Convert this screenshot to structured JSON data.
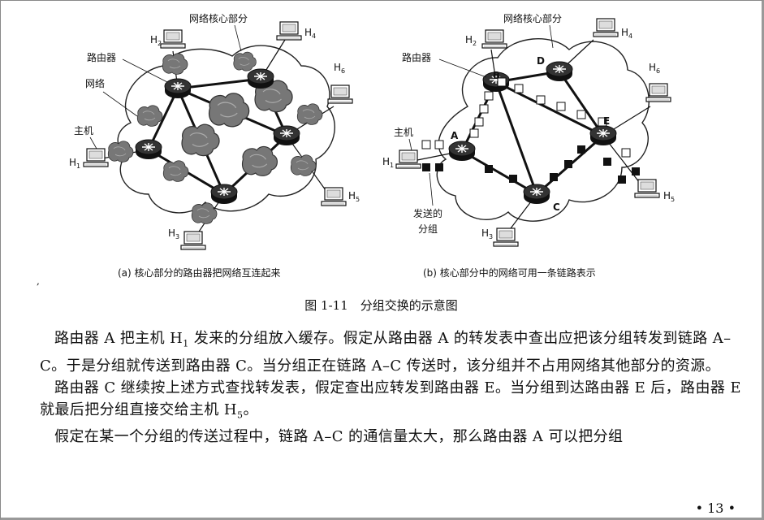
{
  "figure": {
    "left": {
      "core_label": "网络核心部分",
      "router_label": "路由器",
      "network_label": "网络",
      "host_label": "主机",
      "hosts": [
        "H",
        "H",
        "H",
        "H",
        "H",
        "H"
      ],
      "host_subs": [
        "1",
        "2",
        "3",
        "4",
        "5",
        "6"
      ],
      "caption": "(a) 核心部分的路由器把网络互连起来"
    },
    "right": {
      "core_label": "网络核心部分",
      "router_label": "路由器",
      "host_label": "主机",
      "packet_label_1": "发送的",
      "packet_label_2": "分组",
      "routers": [
        "A",
        "B",
        "C",
        "D",
        "E"
      ],
      "caption": "(b) 核心部分中的网络可用一条链路表示"
    },
    "title": "图 1-11　分组交换的示意图",
    "stray_mark": ","
  },
  "body": {
    "para1_a": "路由器 A 把主机 H",
    "para1_sub": "1",
    "para1_b": " 发来的分组放入缓存。假定从路由器 A 的转发表中查出应把该分组转发到链路 A–C。于是分组就传送到路由器 C。当分组正在链路 A–C 传送时，该分组并不占用网络其他部分的资源。",
    "para2_a": "路由器 C 继续按上述方式查找转发表，假定查出应转发到路由器 E。当分组到达路由器 E 后，路由器 E 就最后把分组直接交给主机 H",
    "para2_sub": "5",
    "para2_b": "。",
    "para3": "假定在某一个分组的传送过程中，链路 A–C 的通信量太大，那么路由器 A 可以把分组"
  },
  "page_number": "• 13 •"
}
